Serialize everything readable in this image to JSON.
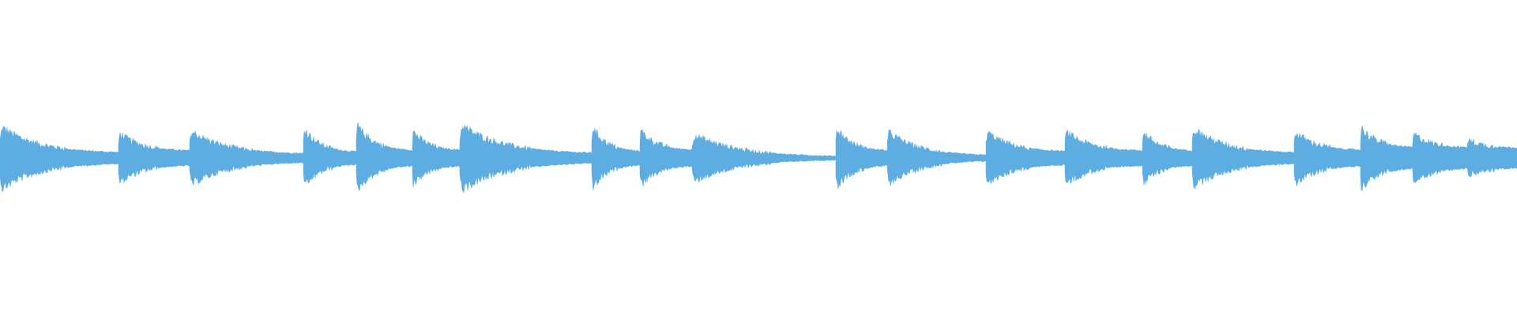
{
  "waveform": {
    "color": "#5dade2",
    "background": "#ffffff",
    "level_scale": 1.0,
    "notes": [
      {
        "start": 0.0,
        "peak": 0.95,
        "tail": 0.14
      },
      {
        "start": 0.078,
        "peak": 0.76,
        "tail": 0.2
      },
      {
        "start": 0.125,
        "peak": 0.82,
        "tail": 0.11
      },
      {
        "start": 0.2,
        "peak": 0.9,
        "tail": 0.16
      },
      {
        "start": 0.235,
        "peak": 1.0,
        "tail": 0.2
      },
      {
        "start": 0.272,
        "peak": 0.82,
        "tail": 0.22
      },
      {
        "start": 0.303,
        "peak": 1.0,
        "tail": 0.12
      },
      {
        "start": 0.39,
        "peak": 0.94,
        "tail": 0.18
      },
      {
        "start": 0.422,
        "peak": 0.84,
        "tail": 0.22
      },
      {
        "start": 0.456,
        "peak": 0.72,
        "tail": 0.03
      },
      {
        "start": 0.551,
        "peak": 0.9,
        "tail": 0.2
      },
      {
        "start": 0.585,
        "peak": 0.8,
        "tail": 0.06
      },
      {
        "start": 0.65,
        "peak": 0.8,
        "tail": 0.18
      },
      {
        "start": 0.702,
        "peak": 0.8,
        "tail": 0.2
      },
      {
        "start": 0.753,
        "peak": 0.8,
        "tail": 0.2
      },
      {
        "start": 0.786,
        "peak": 0.9,
        "tail": 0.14
      },
      {
        "start": 0.853,
        "peak": 0.8,
        "tail": 0.22
      },
      {
        "start": 0.897,
        "peak": 0.92,
        "tail": 0.3
      },
      {
        "start": 0.931,
        "peak": 0.75,
        "tail": 0.3
      },
      {
        "start": 0.967,
        "peak": 0.55,
        "tail": 0.3
      }
    ]
  }
}
